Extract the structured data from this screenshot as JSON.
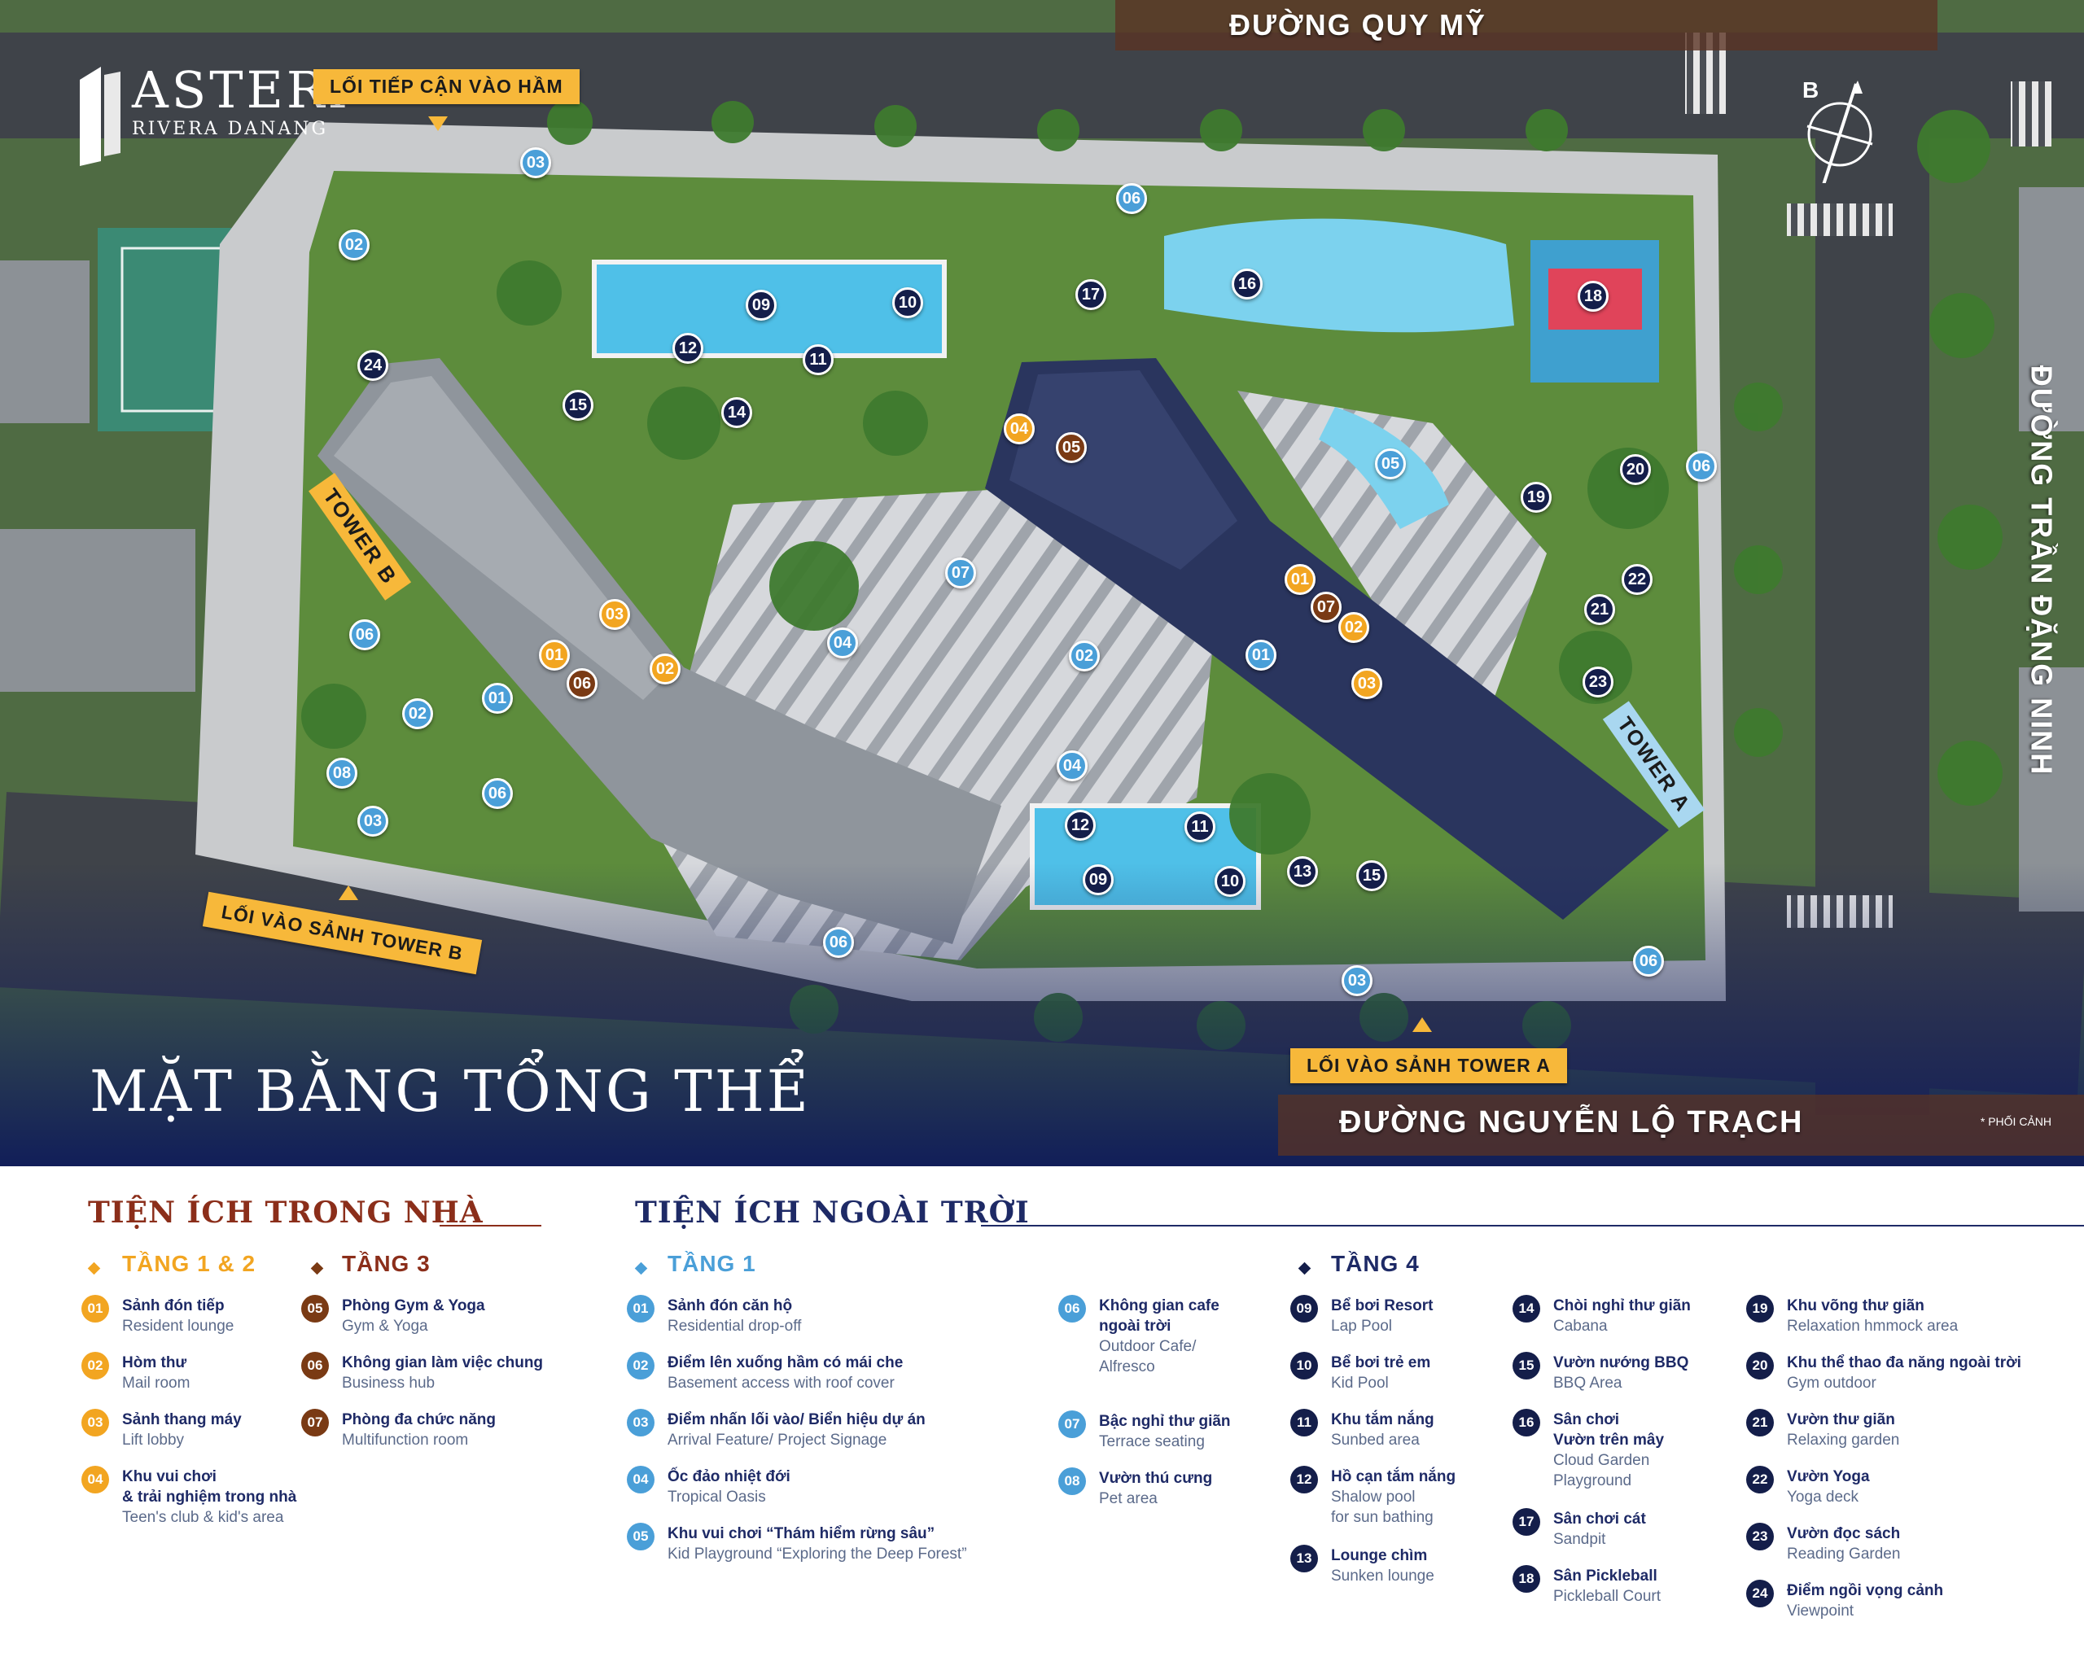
{
  "map": {
    "roads": {
      "north": "ĐƯỜNG QUY MỸ",
      "east": "ĐƯỜNG TRẦN ĐẶNG NINH",
      "south": "ĐƯỜNG NGUYỄN LỘ TRẠCH"
    },
    "logo": {
      "brand": "ASTERI",
      "sub": "RIVERA DANANG"
    },
    "title": "MẶT BẰNG TỔNG THỂ",
    "render_note": "* PHỐI CẢNH",
    "compass_letter": "B",
    "entrances": {
      "basement": "LỐI TIẾP CẬN VÀO HẦM",
      "tower_b": "LỐI VÀO SẢNH TOWER B",
      "tower_a": "LỐI VÀO SẢNH TOWER A"
    },
    "towers": {
      "a": "TOWER A",
      "b": "TOWER B"
    },
    "markers": {
      "navy": [
        "09",
        "10",
        "12",
        "11",
        "15",
        "14",
        "24",
        "17",
        "16",
        "18",
        "20",
        "19",
        "22",
        "21",
        "23",
        "12",
        "11",
        "09",
        "10",
        "13",
        "15"
      ],
      "blue": [
        "03",
        "02",
        "06",
        "06",
        "05",
        "07",
        "04",
        "02",
        "01",
        "06",
        "01",
        "02",
        "08",
        "03",
        "06",
        "04",
        "06",
        "03",
        "06"
      ],
      "gold": [
        "04",
        "01",
        "02",
        "03",
        "03",
        "01",
        "02"
      ],
      "brown": [
        "05",
        "07",
        "06"
      ]
    }
  },
  "legend": {
    "indoor": {
      "title": "TIỆN ÍCH TRONG NHÀ",
      "floors": [
        {
          "title": "TẦNG 1 & 2",
          "items": [
            {
              "num": "01",
              "vi": "Sảnh đón tiếp",
              "en": "Resident lounge"
            },
            {
              "num": "02",
              "vi": "Hòm thư",
              "en": "Mail room"
            },
            {
              "num": "03",
              "vi": "Sảnh thang máy",
              "en": "Lift lobby"
            },
            {
              "num": "04",
              "vi": "Khu vui chơi\n& trải nghiệm trong nhà",
              "en": "Teen's club & kid's area"
            }
          ]
        },
        {
          "title": "TẦNG 3",
          "items": [
            {
              "num": "05",
              "vi": "Phòng Gym & Yoga",
              "en": "Gym & Yoga"
            },
            {
              "num": "06",
              "vi": "Không gian làm việc chung",
              "en": "Business hub"
            },
            {
              "num": "07",
              "vi": "Phòng đa chức năng",
              "en": "Multifunction room"
            }
          ]
        }
      ]
    },
    "outdoor": {
      "title": "TIỆN ÍCH NGOÀI TRỜI",
      "floors": [
        {
          "title": "TẦNG 1",
          "items": [
            {
              "num": "01",
              "vi": "Sảnh đón căn hộ",
              "en": "Residential drop-off"
            },
            {
              "num": "02",
              "vi": "Điểm lên xuống hầm có mái che",
              "en": "Basement access with roof cover"
            },
            {
              "num": "03",
              "vi": "Điểm nhấn lối vào/ Biển hiệu dự án",
              "en": "Arrival Feature/ Project Signage"
            },
            {
              "num": "04",
              "vi": "Ốc đảo nhiệt đới",
              "en": "Tropical Oasis"
            },
            {
              "num": "05",
              "vi": "Khu vui chơi “Thám hiểm rừng sâu”",
              "en": "Kid Playground “Exploring the Deep Forest”"
            },
            {
              "num": "06",
              "vi": "Không gian cafe\nngoài trời",
              "en": "Outdoor Cafe/\nAlfresco"
            },
            {
              "num": "07",
              "vi": "Bậc nghỉ thư giãn",
              "en": "Terrace seating"
            },
            {
              "num": "08",
              "vi": "Vườn thú cưng",
              "en": "Pet area"
            }
          ]
        },
        {
          "title": "TẦNG 4",
          "items": [
            {
              "num": "09",
              "vi": "Bể bơi Resort",
              "en": "Lap Pool"
            },
            {
              "num": "10",
              "vi": "Bể bơi trẻ em",
              "en": "Kid Pool"
            },
            {
              "num": "11",
              "vi": "Khu tắm nắng",
              "en": "Sunbed area"
            },
            {
              "num": "12",
              "vi": "Hồ cạn tắm nắng",
              "en": "Shalow pool\nfor sun bathing"
            },
            {
              "num": "13",
              "vi": "Lounge chìm",
              "en": "Sunken lounge"
            },
            {
              "num": "14",
              "vi": "Chòi nghỉ thư giãn",
              "en": "Cabana"
            },
            {
              "num": "15",
              "vi": "Vườn nướng BBQ",
              "en": "BBQ Area"
            },
            {
              "num": "16",
              "vi": "Sân chơi\nVườn trên mây",
              "en": "Cloud Garden\nPlayground"
            },
            {
              "num": "17",
              "vi": "Sân chơi cát",
              "en": "Sandpit"
            },
            {
              "num": "18",
              "vi": "Sân Pickleball",
              "en": "Pickleball Court"
            },
            {
              "num": "19",
              "vi": "Khu võng thư giãn",
              "en": "Relaxation hmmock area"
            },
            {
              "num": "20",
              "vi": "Khu thể thao đa năng ngoài trời",
              "en": "Gym outdoor"
            },
            {
              "num": "21",
              "vi": "Vườn thư giãn",
              "en": "Relaxing garden"
            },
            {
              "num": "22",
              "vi": "Vườn Yoga",
              "en": "Yoga deck"
            },
            {
              "num": "23",
              "vi": "Vườn đọc sách",
              "en": "Reading Garden"
            },
            {
              "num": "24",
              "vi": "Điểm ngồi vọng cảnh",
              "en": "Viewpoint"
            }
          ]
        }
      ]
    }
  },
  "colors": {
    "navy": "#141e4a",
    "blue": "#4a9fd8",
    "gold": "#f2a521",
    "brown": "#7a3a14",
    "heading_red": "#8b2e1a",
    "heading_navy": "#1e2a66",
    "sign_yellow": "#f7b83a"
  }
}
